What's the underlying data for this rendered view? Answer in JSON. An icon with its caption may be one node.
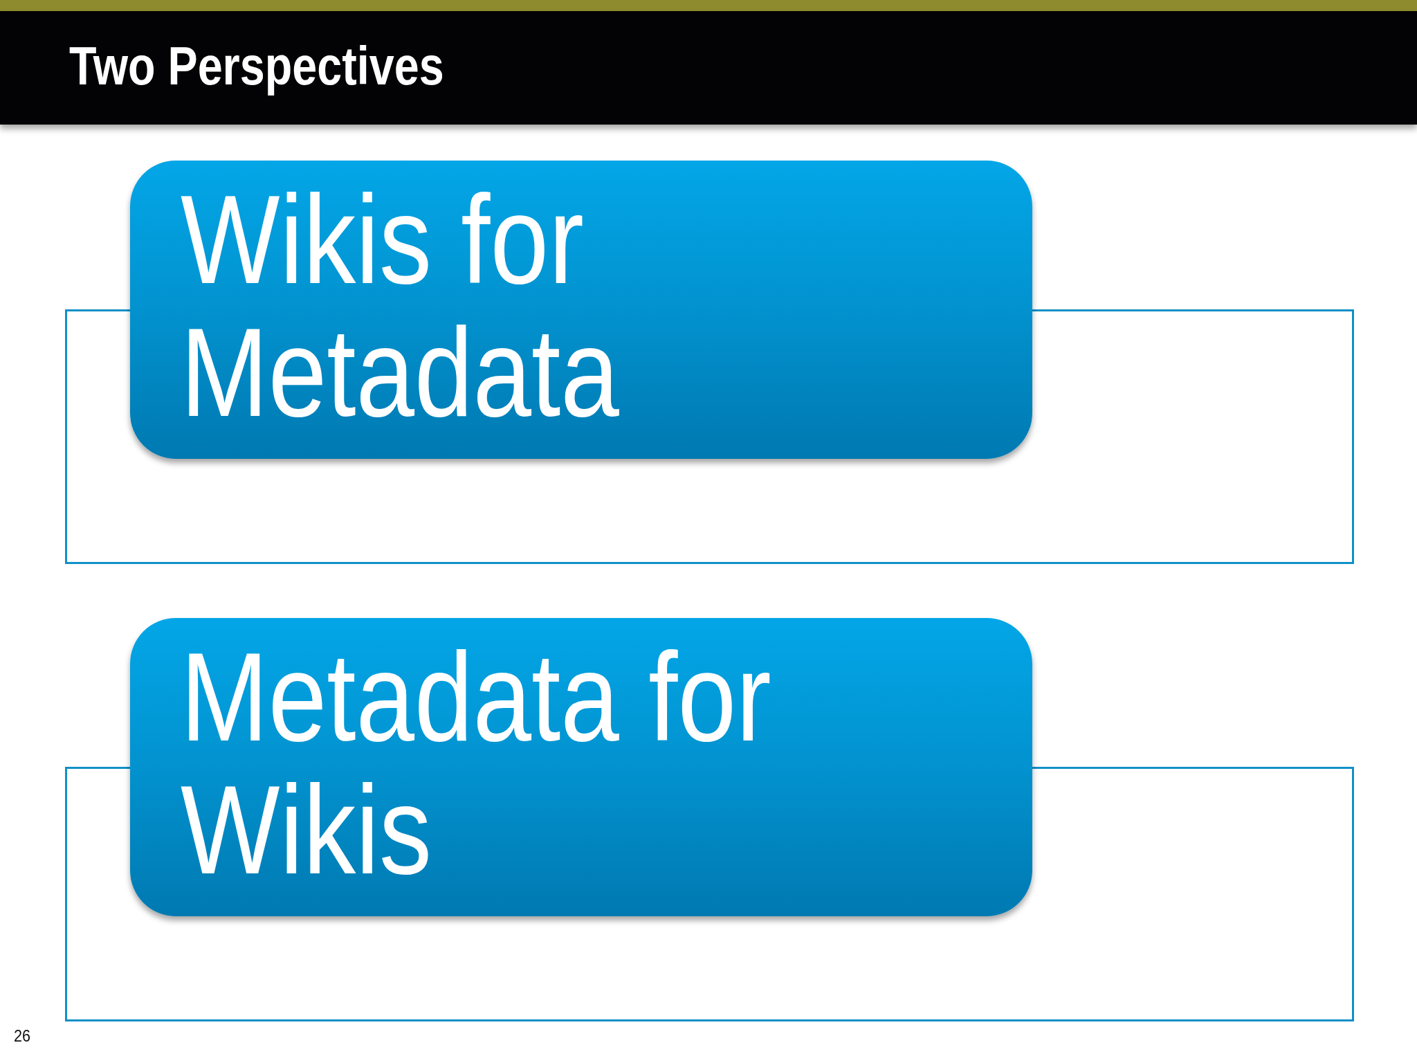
{
  "diagram": {
    "title": "Two Perspectives",
    "nodes": [
      {
        "text": [
          "Wikis for Metadata"
        ]
      },
      {
        "text": [],
        "shape": "box"
      },
      {
        "text": [
          "Metadata for Wikis"
        ]
      },
      {
        "text": [],
        "shape": "box"
      }
    ],
    "labels": [
      "26"
    ]
  }
}
